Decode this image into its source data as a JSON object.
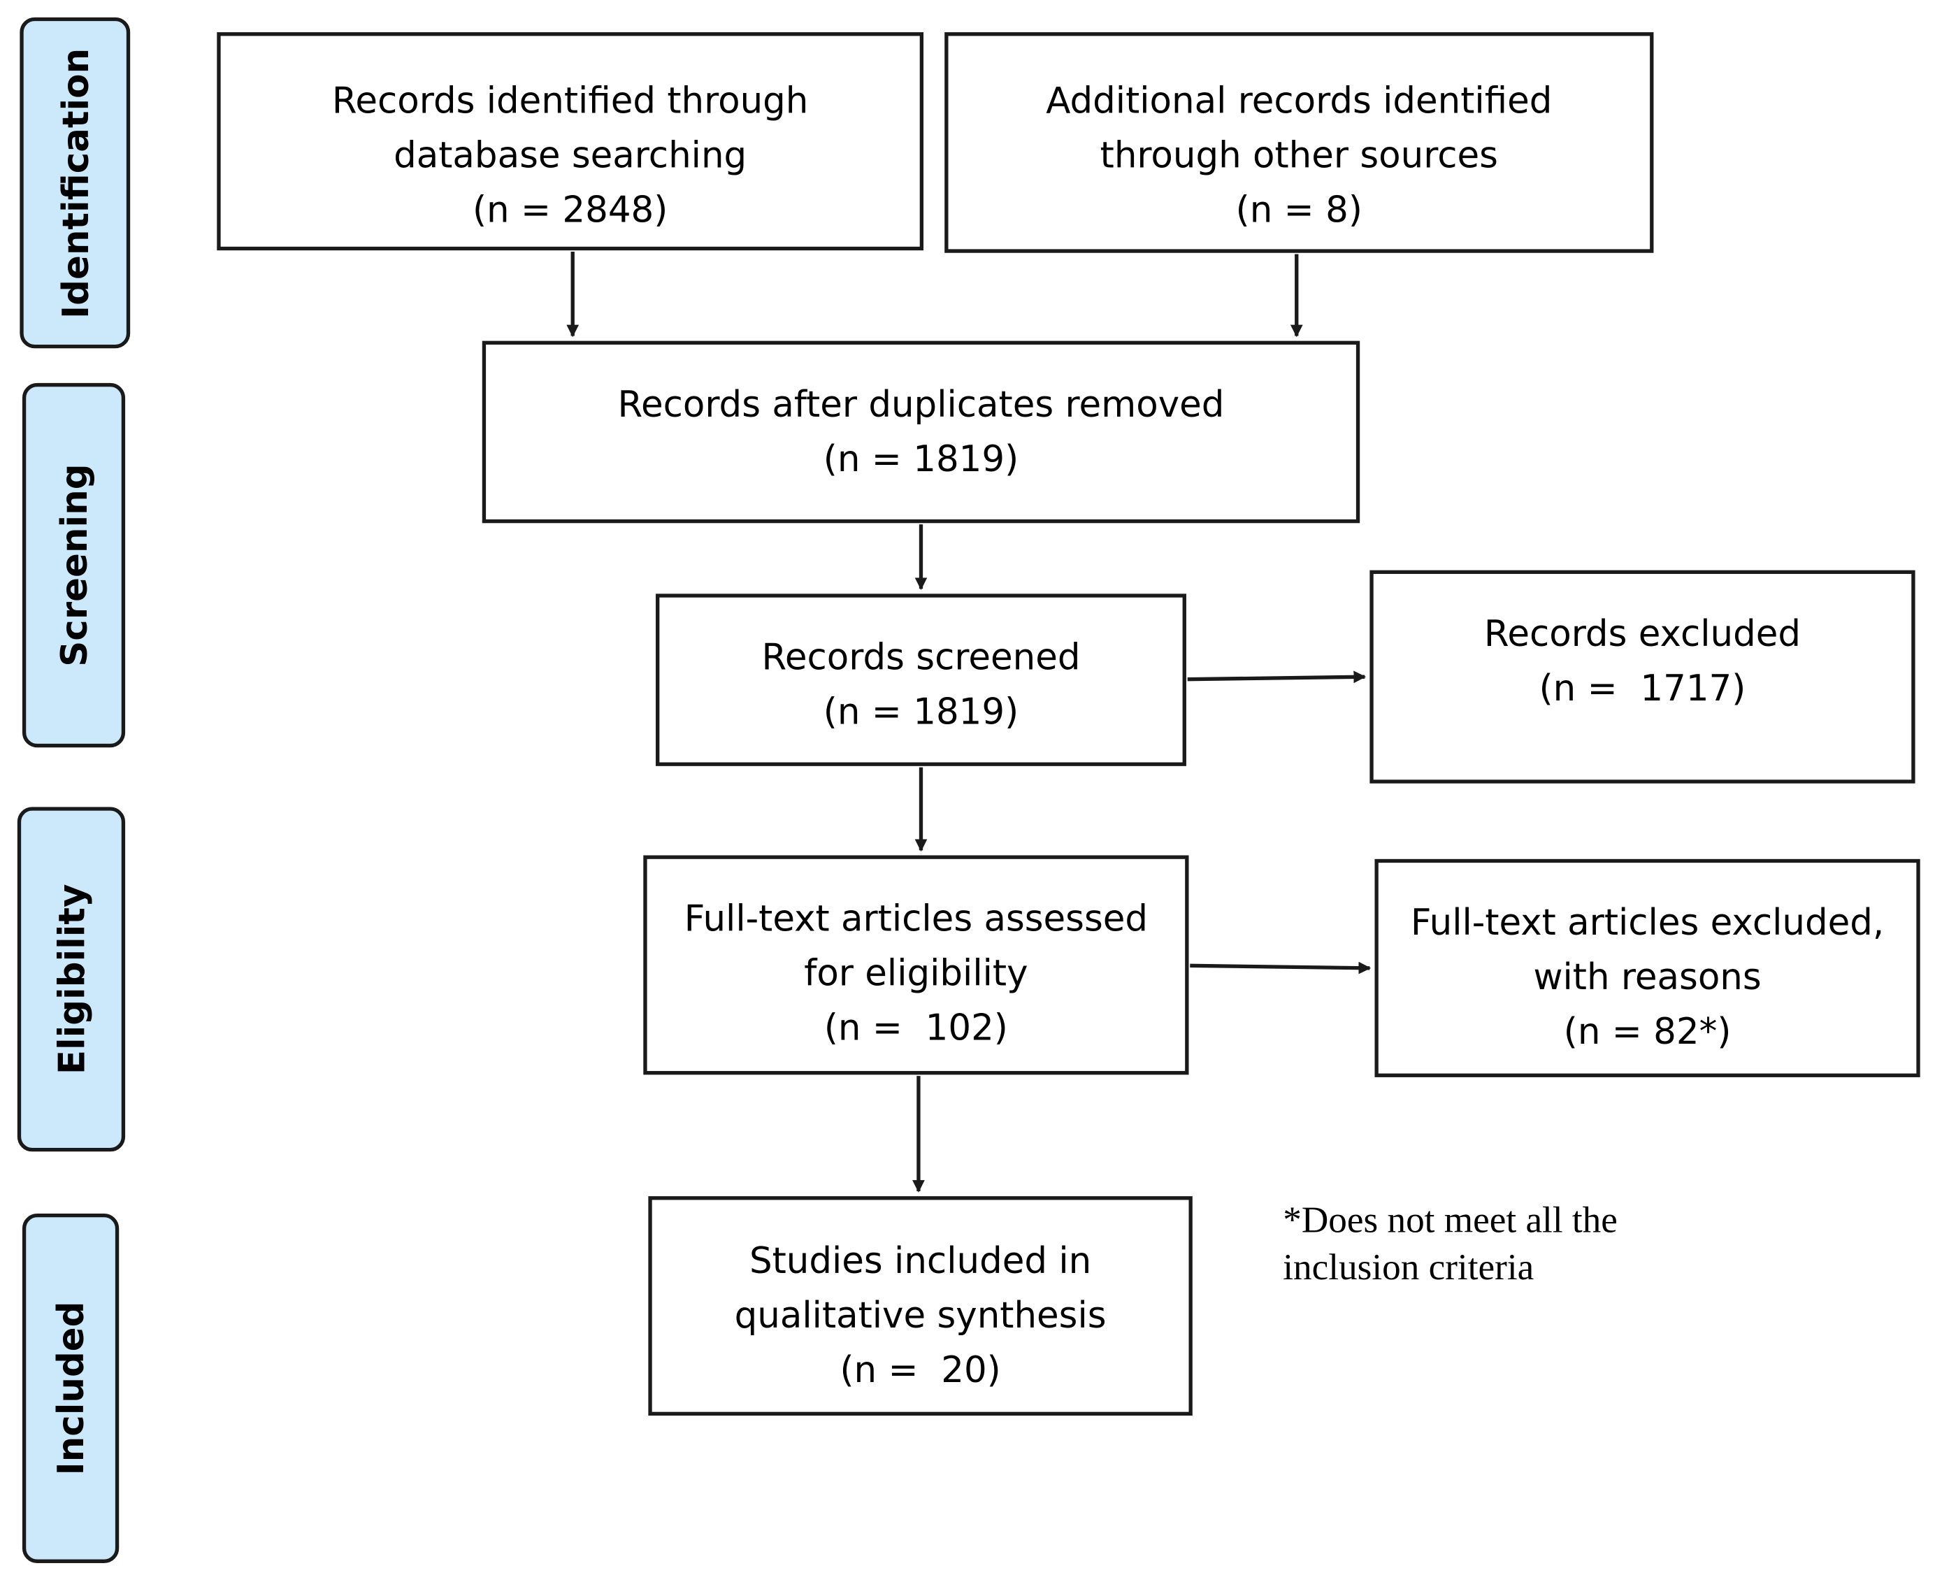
{
  "phases": {
    "identification": "Identification",
    "screening": "Screening",
    "eligibility": "Eligibility",
    "included": "Included"
  },
  "boxes": {
    "database_records": {
      "line1": "Records identified through",
      "line2": "database searching",
      "count": "(n = 2848)"
    },
    "other_sources": {
      "line1": "Additional records identified",
      "line2": "through other sources",
      "count": "(n = 8)"
    },
    "after_duplicates": {
      "line1": "Records after duplicates removed",
      "count": "(n = 1819)"
    },
    "screened": {
      "line1": "Records screened",
      "count": "(n = 1819)"
    },
    "excluded": {
      "line1": "Records excluded",
      "count": "(n =  1717)"
    },
    "full_text_assessed": {
      "line1": "Full-text articles assessed",
      "line2": "for eligibility",
      "count": "(n =  102)"
    },
    "full_text_excluded": {
      "line1": "Full-text articles excluded,",
      "line2": "with reasons",
      "count": "(n = 82*)"
    },
    "included": {
      "line1": "Studies included in",
      "line2": "qualitative synthesis",
      "count": "(n =  20)"
    }
  },
  "footnote": {
    "line1": "*Does not meet all the",
    "line2": "inclusion criteria"
  },
  "colors": {
    "phase_fill": "#cce8fb",
    "stroke": "#1a1a1a"
  }
}
